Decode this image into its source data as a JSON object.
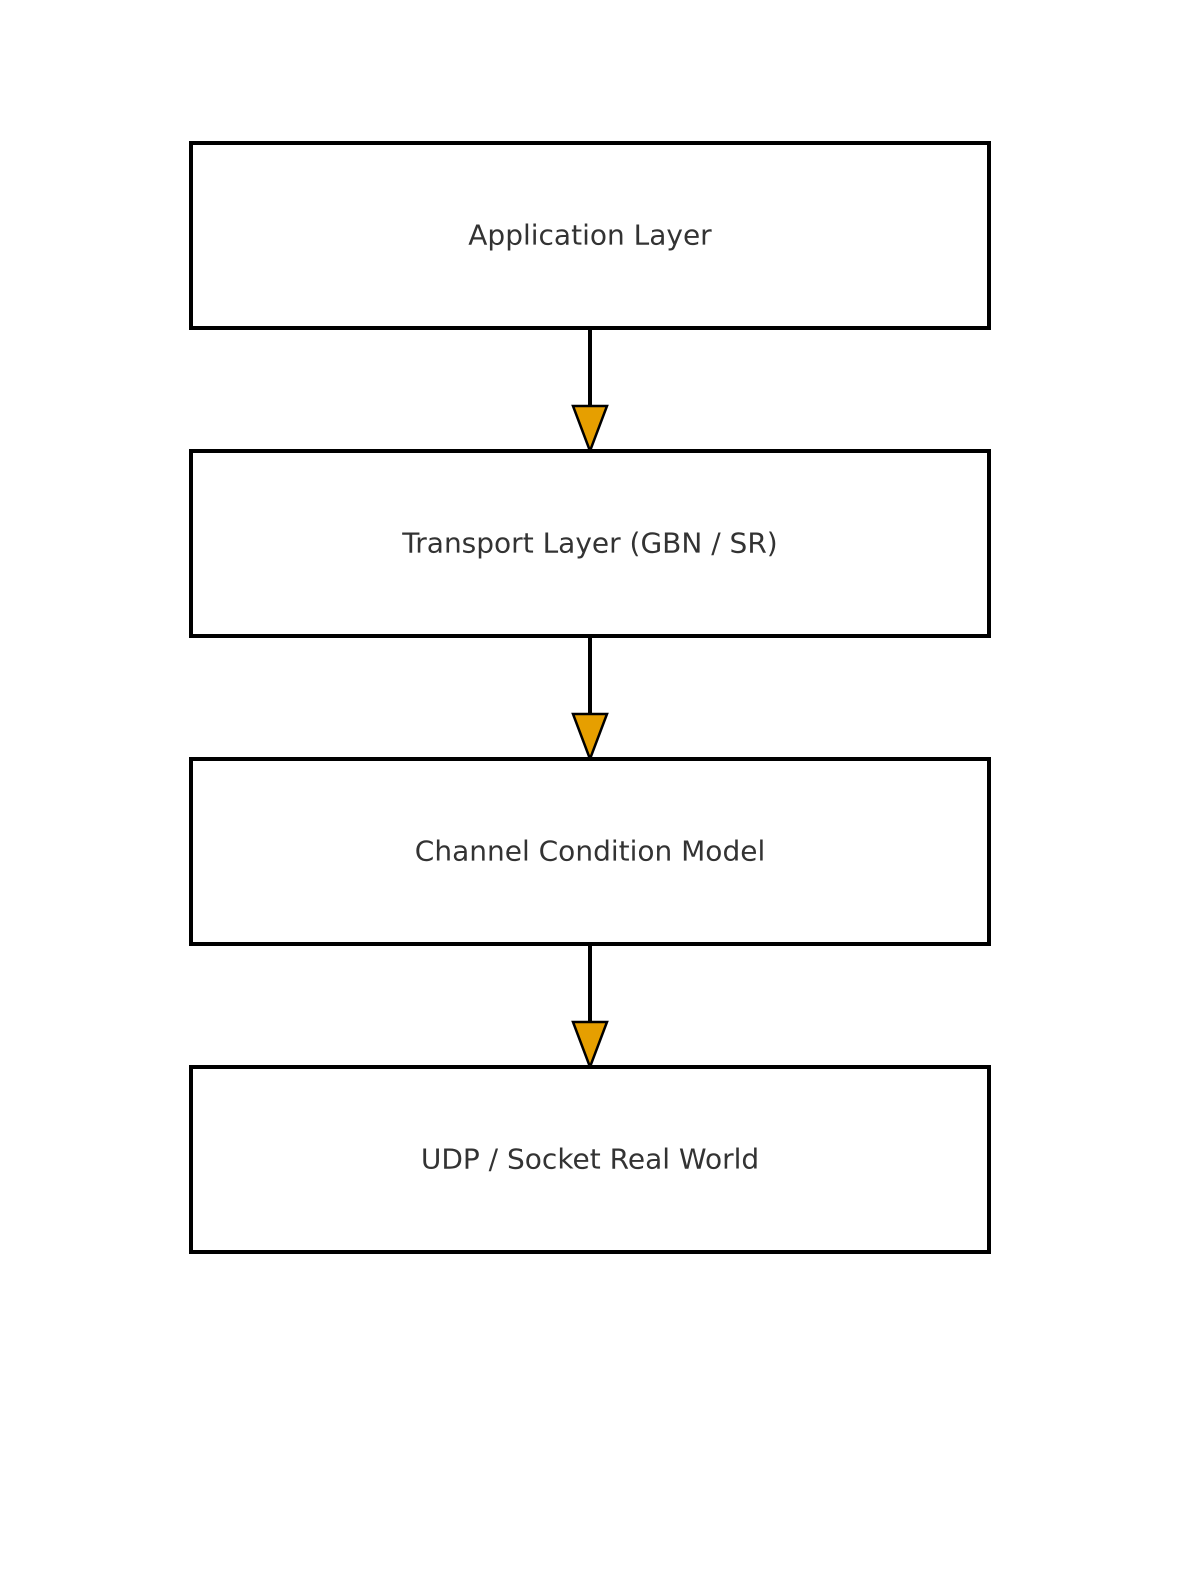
{
  "diagram": {
    "layers": [
      {
        "label": "Application Layer"
      },
      {
        "label": "Transport Layer (GBN / SR)"
      },
      {
        "label": "Channel Condition Model"
      },
      {
        "label": "UDP / Socket Real World"
      }
    ],
    "connectors": [
      {
        "from": "Application Layer",
        "to": "Transport Layer (GBN / SR)"
      },
      {
        "from": "Transport Layer (GBN / SR)",
        "to": "Channel Condition Model"
      },
      {
        "from": "Channel Condition Model",
        "to": "UDP / Socket Real World"
      }
    ],
    "colors": {
      "box_border": "#000000",
      "box_fill": "#ffffff",
      "text": "#333333",
      "arrow_fill": "#e69f00",
      "arrow_line": "#000000"
    }
  }
}
